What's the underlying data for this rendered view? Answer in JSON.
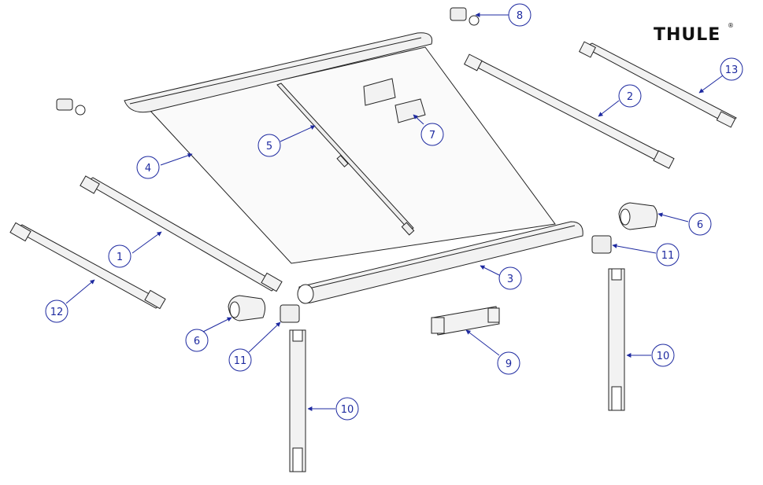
{
  "brand": {
    "name": "THULE",
    "trademark": "®"
  },
  "colors": {
    "line": "#222222",
    "callout": "#1e2aa0",
    "fill": "#f2f2f2"
  },
  "callouts": [
    "1",
    "2",
    "3",
    "4",
    "5",
    "6",
    "6",
    "7",
    "8",
    "9",
    "10",
    "10",
    "11",
    "11",
    "12",
    "13"
  ]
}
